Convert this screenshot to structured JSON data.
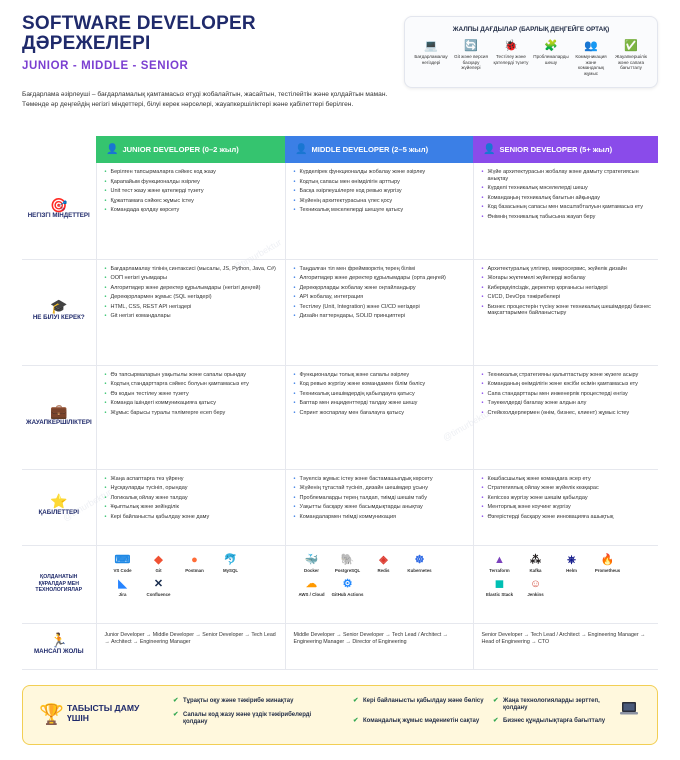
{
  "header": {
    "title_line1": "SOFTWARE DEVELOPER",
    "title_line2": "ДӘРЕЖЕЛЕРІ",
    "subtitle": "JUNIOR - MIDDLE - SENIOR",
    "description": "Бағдарлама әзірлеуші – бағдарламалық қамтамасыз етуді жобалайтын, жасайтын, тестілейтін және қолдайтын маман. Төменде әр деңгейдің негізгі міндеттері, білуі керек нәрселері, жауапкершіліктері және қабілеттері берілген."
  },
  "common_skills": {
    "title": "ЖАЛПЫ ДАҒДЫЛАР (БАРЛЫҚ ДЕҢГЕЙГЕ ОРТАҚ)",
    "items": [
      {
        "icon": "laptop-icon",
        "glyph": "💻",
        "label": "Бағдарламалау негіздері"
      },
      {
        "icon": "sync-icon",
        "glyph": "🔄",
        "label": "Git және версия басқару жүйелері"
      },
      {
        "icon": "bug-icon",
        "glyph": "🐞",
        "label": "Тестілеу және қателерді түзету"
      },
      {
        "icon": "puzzle-icon",
        "glyph": "🧩",
        "label": "Проблемаларды шешу"
      },
      {
        "icon": "team-icon",
        "glyph": "👥",
        "label": "Коммуникация және командалық жұмыс"
      },
      {
        "icon": "check-icon",
        "glyph": "✅",
        "label": "Жауапкершілік және сапаға бағытталу"
      }
    ]
  },
  "columns": {
    "junior": "JUNIOR DEVELOPER (0–2 жыл)",
    "middle": "MIDDLE DEVELOPER (2–5 жыл)",
    "senior": "SENIOR DEVELOPER (5+ жыл)"
  },
  "rows": {
    "duties": {
      "label": "НЕГІЗГІ МІНДЕТТЕРІ",
      "junior": [
        "Берілген тапсырмаларға сәйкес код жазу",
        "Қарапайым функционалды әзірлеу",
        "Unit тест жазу және қателерді түзету",
        "Құжаттамаға сәйкес жұмыс істеу",
        "Командада қолдау көрсету"
      ],
      "middle": [
        "Күрделірек функционалды жобалау және әзірлеу",
        "Кодтың сапасы мен өнімділігін арттыру",
        "Басқа әзірлеушілерге код ревью жүргізу",
        "Жүйенің архитектурасына үлес қосу",
        "Техникалық мәселелерді шешуге қатысу"
      ],
      "senior": [
        "Жүйе архитектурасын жобалау және дамыту стратегиясын анықтау",
        "Күрделі техникалық мәселелерді шешу",
        "Командаңың техникалық бағытын айқындау",
        "Код базасының сапасы мен масштабталуын қамтамасыз ету",
        "Өнімнің техникалық табысына жауап беру"
      ]
    },
    "knowledge": {
      "label": "НЕ БІЛУІ КЕРЕК?",
      "junior": [
        "Бағдарламалау тілінің синтаксисі (мысалы, JS, Python, Java, C#)",
        "ООП негізгі ұғымдары",
        "Алгоритмдер және деректер құрылымдары (негізгі деңгей)",
        "Дерекқорлармен жұмыс (SQL негіздері)",
        "HTML, CSS, REST API негіздері",
        "Git негізгі командалары"
      ],
      "middle": [
        "Таңдалған тіл мен фреймворктің терең білімі",
        "Алгоритмдер және деректер құрылымдары (орта деңгей)",
        "Дерекқорларды жобалау және оңтайландыру",
        "API жобалау, интеграция",
        "Тестілеу (Unit, Integration) және CI/CD негіздері",
        "Дизайн паттерндары, SOLID принциптері"
      ],
      "senior": [
        "Архитектуралық үлгілер, микросервис, жүйелік дизайн",
        "Жоғары жүктемелі жүйелерді жобалау",
        "Киберқауіпсіздік, деректер қорғанысы негіздері",
        "CI/CD, DevOps тәжірибелері",
        "Бизнес процестерін түсіну және техникалық шешімдерді бизнес мақсаттарымен байланыстыру"
      ]
    },
    "responsibility": {
      "label": "ЖАУАПКЕРШІЛІКТЕРІ",
      "junior": [
        "Өз тапсырмаларын уақытылы және сапалы орындау",
        "Кодтың стандарттарға сәйкес болуын қамтамасыз ету",
        "Өз кодын тестілеу және түзету",
        "Команда ішіндегі коммуникацияға қатысу",
        "Жұмыс барысы туралы тәлімгерге есеп беру"
      ],
      "middle": [
        "Функционалды толық және сапалы әзірлеу",
        "Код ревью жүргізу және командамен білім бөлісу",
        "Техникалық шешімдердің қабылдауға қатысу",
        "Баптар мен инциденттерді талдау және шешу",
        "Спринт жоспарлау мен бағалауға қатысу"
      ],
      "senior": [
        "Техникалық стратегияны қалыптастыру және жүзеге асыру",
        "Команданың өнімділігін және кәсіби өсімін қамтамасыз ету",
        "Сапа стандарттары мен инженерлік процестерді енгізу",
        "Тәуекелдерді бағалау және алдын алу",
        "Стейкхолдерлермен (өнім, бизнес, клиент) жұмыс істеу"
      ]
    },
    "abilities": {
      "label": "ҚАБІЛЕТТЕРІ",
      "junior": [
        "Жаңа аспаптарға тез үйрену",
        "Нұсқауларды түсініп, орындау",
        "Логикалық ойлау және талдау",
        "Ұқыптылық және зейінділік",
        "Кері байланысты қабылдау және даму"
      ],
      "middle": [
        "Тәуелсіз жұмыс істеу және бастамашылдық көрсету",
        "Жүйенің тұтастай түсініп, дизайн шешімдер ұсыну",
        "Проблемаларды терең талдап, тиімді шешім табу",
        "Уақытты басқару және басымдықтарды анықтау",
        "Командалармен тиімді коммуникация"
      ],
      "senior": [
        "Көшбасшылық және командаға әсер ету",
        "Стратегиялық ойлау және жүйелік көзқарас",
        "Келіссөз жүргізу және шешім қабылдау",
        "Менторлық және коучинг жүргізу",
        "Өзгерістерді басқару және инновацияға ашықтық"
      ]
    },
    "tools": {
      "label": "ҚОЛДАНАТЫН ҚҰРАЛДАР МЕН ТЕХНОЛОГИЯЛАР",
      "junior": [
        {
          "name": "VS Code",
          "glyph": "⌨",
          "color": "#1e88e5"
        },
        {
          "name": "Git",
          "glyph": "◆",
          "color": "#f05133"
        },
        {
          "name": "Postman",
          "glyph": "●",
          "color": "#ff6c37"
        },
        {
          "name": "MySQL",
          "glyph": "🐬",
          "color": "#00758f"
        },
        {
          "name": "Jira",
          "glyph": "◣",
          "color": "#2684ff"
        },
        {
          "name": "Confluence",
          "glyph": "✕",
          "color": "#172b4d"
        }
      ],
      "middle": [
        {
          "name": "Docker",
          "glyph": "🐳",
          "color": "#2496ed"
        },
        {
          "name": "PostgreSQL",
          "glyph": "🐘",
          "color": "#336791"
        },
        {
          "name": "Redis",
          "glyph": "◈",
          "color": "#dc382d"
        },
        {
          "name": "Kubernetes",
          "glyph": "☸",
          "color": "#326ce5"
        },
        {
          "name": "AWS / Cloud",
          "glyph": "☁",
          "color": "#ff9900"
        },
        {
          "name": "GitHub Actions",
          "glyph": "⚙",
          "color": "#2088ff"
        }
      ],
      "senior": [
        {
          "name": "Terraform",
          "glyph": "▲",
          "color": "#7b42bc"
        },
        {
          "name": "Kafka",
          "glyph": "⁂",
          "color": "#231f20"
        },
        {
          "name": "Helm",
          "glyph": "⎈",
          "color": "#0f1689"
        },
        {
          "name": "Prometheus",
          "glyph": "🔥",
          "color": "#e6522c"
        },
        {
          "name": "Elastic Stack",
          "glyph": "◼",
          "color": "#00bfb3"
        },
        {
          "name": "Jenkins",
          "glyph": "☺",
          "color": "#d24939"
        }
      ]
    },
    "career": {
      "label": "МАНСАП ЖОЛЫ",
      "junior": "Junior Developer → Middle Developer → Senior Developer → Tech Lead → Architect → Engineering Manager",
      "middle": "Middle Developer → Senior Developer → Tech Lead / Architect → Engineering Manager → Director of Engineering",
      "senior": "Senior Developer → Tech Lead / Architect → Engineering Manager → Head of Engineering → CTO"
    }
  },
  "footer": {
    "title": "ТАБЫСТЫ ДАМУ ҮШІН",
    "items": [
      "Тұрақты оқу және тәжірибе жинақтау",
      "Сапалы код жазу және үздік тәжірибелерді қолдану",
      "Кері байланысты қабылдау және бөлісу",
      "Командалық жұмыс мәдениетін сақтау",
      "Жаңа технологияларды зерттеп, қолдану",
      "Бизнес құндылықтарға бағытталу"
    ]
  },
  "watermark": "@timurbektur",
  "colors": {
    "junior": "#35c46f",
    "middle": "#3b7fe6",
    "senior": "#8a4bea",
    "title": "#1f2a6b",
    "accent_subtitle": "#7b3fd1"
  }
}
